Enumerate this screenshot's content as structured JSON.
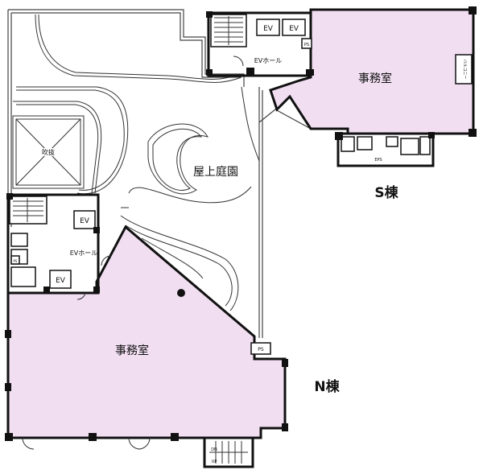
{
  "labels": {
    "office_s": "事務室",
    "office_n": "事務室",
    "roof_garden": "屋上庭園",
    "building_s": "S棟",
    "building_n": "N棟",
    "atrium": "吹抜",
    "ev_hall_s": "EVホール",
    "ev_hall_n": "EVホール",
    "ev": "EV",
    "ps": "PS",
    "eps": "EPS",
    "dn": "DN",
    "up": "UP",
    "balcony": "バルコニー"
  }
}
